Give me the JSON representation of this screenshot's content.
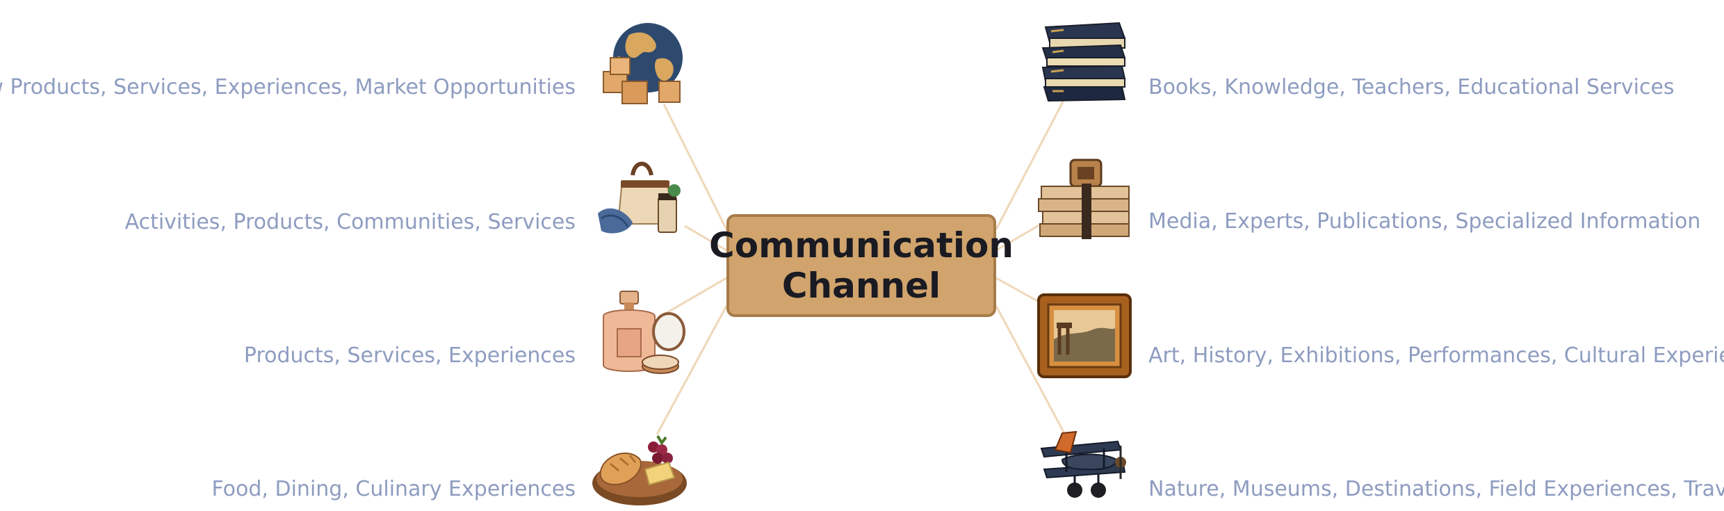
{
  "center": {
    "label": "Communication\nChannel"
  },
  "colors": {
    "center_fill": "#d0a46c",
    "center_border": "#a67c49",
    "connector": "#efd7b8",
    "leaf_text": "#8e9cc0"
  },
  "left_branches": [
    {
      "label": "New Products, Services, Experiences, Market Opportunities",
      "icon": "globe-with-boxes-icon"
    },
    {
      "label": "Activities, Products, Communities, Services",
      "icon": "shopping-bag-icon"
    },
    {
      "label": "Products, Services, Experiences",
      "icon": "perfume-bottle-icon"
    },
    {
      "label": "Food, Dining, Culinary Experiences",
      "icon": "food-platter-icon"
    }
  ],
  "right_branches": [
    {
      "label": "Books, Knowledge, Teachers, Educational Services",
      "icon": "book-stack-icon"
    },
    {
      "label": "Media, Experts, Publications, Specialized Information",
      "icon": "newspaper-stack-icon"
    },
    {
      "label": "Art, History, Exhibitions, Performances, Cultural Experiences",
      "icon": "framed-painting-icon"
    },
    {
      "label": "Nature, Museums, Destinations, Field Experiences, Travel",
      "icon": "biplane-icon"
    }
  ]
}
